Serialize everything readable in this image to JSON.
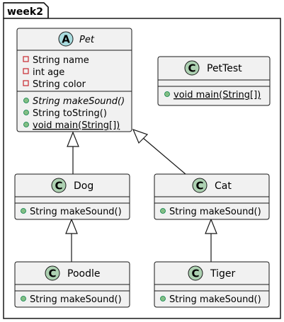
{
  "package": {
    "name": "week2"
  },
  "classes": {
    "pet": {
      "name": "Pet",
      "kind_letter": "A",
      "kind_color": "#A9DCDF",
      "fields": [
        {
          "vis": "private",
          "text": "String name"
        },
        {
          "vis": "private",
          "text": "int age"
        },
        {
          "vis": "private",
          "text": "String color"
        }
      ],
      "methods": [
        {
          "vis": "public",
          "text": "String makeSound()",
          "abstract": true
        },
        {
          "vis": "public",
          "text": "String toString()"
        },
        {
          "vis": "public",
          "text": "void main(String[])",
          "static": true
        }
      ]
    },
    "pettest": {
      "name": "PetTest",
      "kind_letter": "C",
      "kind_color": "#ADD1B2",
      "methods": [
        {
          "vis": "public",
          "text": "void main(String[])",
          "static": true
        }
      ]
    },
    "dog": {
      "name": "Dog",
      "kind_letter": "C",
      "kind_color": "#ADD1B2",
      "methods": [
        {
          "vis": "public",
          "text": "String makeSound()"
        }
      ]
    },
    "cat": {
      "name": "Cat",
      "kind_letter": "C",
      "kind_color": "#ADD1B2",
      "methods": [
        {
          "vis": "public",
          "text": "String makeSound()"
        }
      ]
    },
    "poodle": {
      "name": "Poodle",
      "kind_letter": "C",
      "kind_color": "#ADD1B2",
      "methods": [
        {
          "vis": "public",
          "text": "String makeSound()"
        }
      ]
    },
    "tiger": {
      "name": "Tiger",
      "kind_letter": "C",
      "kind_color": "#ADD1B2",
      "methods": [
        {
          "vis": "public",
          "text": "String makeSound()"
        }
      ]
    }
  },
  "relations": [
    {
      "type": "extends",
      "child": "Dog",
      "parent": "Pet"
    },
    {
      "type": "extends",
      "child": "Cat",
      "parent": "Pet"
    },
    {
      "type": "extends",
      "child": "Poodle",
      "parent": "Dog"
    },
    {
      "type": "extends",
      "child": "Tiger",
      "parent": "Cat"
    }
  ],
  "colors": {
    "class_fill": "#F1F1F1",
    "border": "#181818",
    "private_marker": "#C82930",
    "public_marker": "#84BE84"
  }
}
